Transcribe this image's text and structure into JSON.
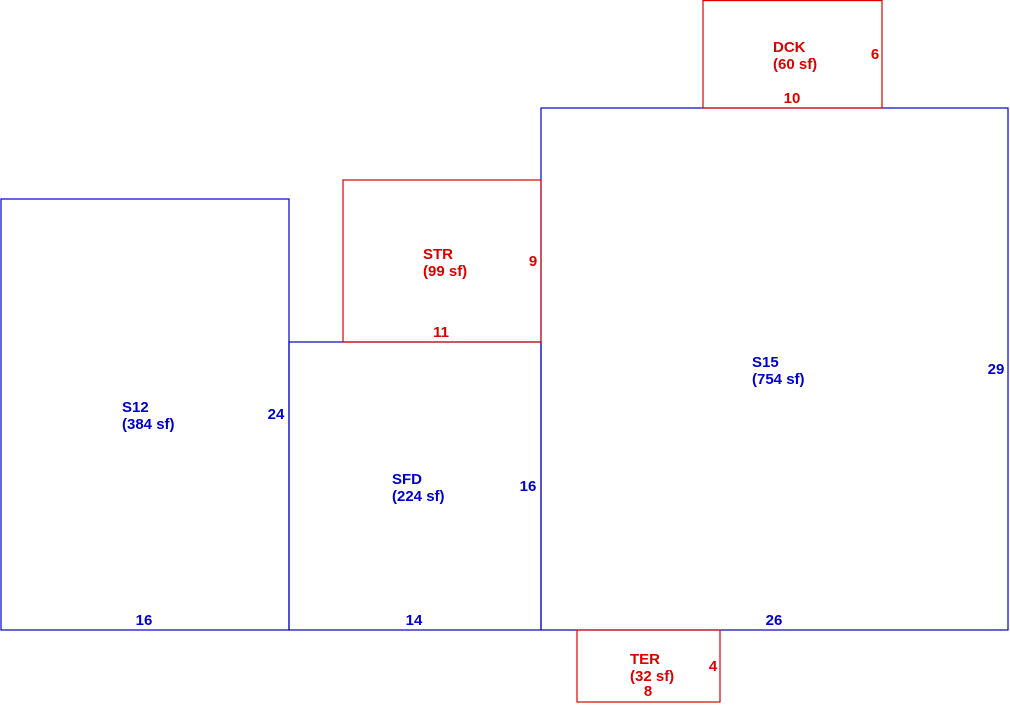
{
  "colors": {
    "living_area": "#0000cc",
    "exterior_area": "#dd0000",
    "background": "#ffffff"
  },
  "areas": [
    {
      "id": "s12",
      "code": "S12",
      "area_label": "(384 sf)",
      "category": "living_area",
      "dimensions": {
        "width": "16",
        "height": "24"
      }
    },
    {
      "id": "sfd",
      "code": "SFD",
      "area_label": "(224 sf)",
      "category": "living_area",
      "dimensions": {
        "width": "14",
        "height": "16"
      }
    },
    {
      "id": "s15",
      "code": "S15",
      "area_label": "(754 sf)",
      "category": "living_area",
      "dimensions": {
        "width": "26",
        "height": "29"
      }
    },
    {
      "id": "str",
      "code": "STR",
      "area_label": "(99 sf)",
      "category": "exterior_area",
      "dimensions": {
        "width": "11",
        "height": "9"
      }
    },
    {
      "id": "dck",
      "code": "DCK",
      "area_label": "(60 sf)",
      "category": "exterior_area",
      "dimensions": {
        "width": "10",
        "height": "6"
      }
    },
    {
      "id": "ter",
      "code": "TER",
      "area_label": "(32 sf)",
      "category": "exterior_area",
      "dimensions": {
        "width": "8",
        "height": "4"
      }
    }
  ]
}
